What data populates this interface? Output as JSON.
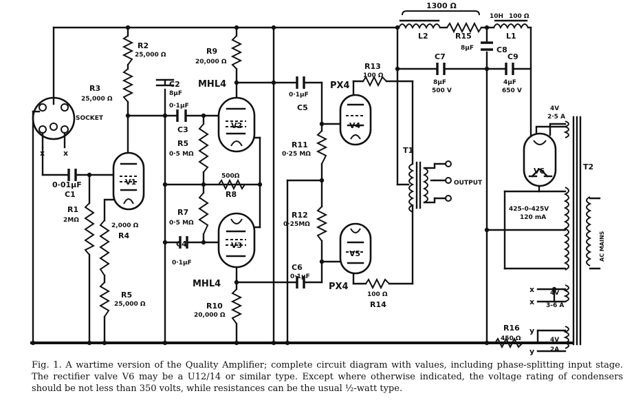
{
  "labels": {
    "socket": "SOCKET",
    "x": "x",
    "y": "y",
    "output": "OUTPUT",
    "ac_mains": "AC MAINS",
    "v1": "V1",
    "v2": "V2",
    "v3": "V3",
    "v4": "V4",
    "v5": "V5",
    "v6": "V6",
    "mhl4_top": "MHL4",
    "mhl4_bottom": "MHL4",
    "px4_top": "PX4",
    "px4_bottom": "PX4",
    "t1": "T1",
    "t2": "T2",
    "l1": "L1",
    "l2": "L2",
    "l1_value": "10H",
    "l2_value": "1300 Ω",
    "r1": "R1",
    "r1_value": "2MΩ",
    "r2": "R2",
    "r2_value": "25,000 Ω",
    "r3": "R3",
    "r3_value": "25,000 Ω",
    "r4": "R4",
    "r4_value": "2,000 Ω",
    "r5a": "R5",
    "r5a_value": "0·5 MΩ",
    "r5b": "R5",
    "r5b_value": "25,000 Ω",
    "r7": "R7",
    "r7_value": "0·5 MΩ",
    "r8": "R8",
    "r8_value": "500Ω",
    "r9": "R9",
    "r9_value": "20,000 Ω",
    "r10": "R10",
    "r10_value": "20,000 Ω",
    "r11": "R11",
    "r11_value": "0·25 MΩ",
    "r12": "R12",
    "r12_value": "0·25MΩ",
    "r13": "R13",
    "r13_value": "100 Ω",
    "r14": "R14",
    "r14_value": "100 Ω",
    "r15": "R15",
    "r15_value": "100 Ω",
    "r16": "R16",
    "r16_value": "450 Ω",
    "c1": "C1",
    "c1_value": "0·01μF",
    "c2": "C2",
    "c2_value": "8μF",
    "c3": "C3",
    "c3_value": "0·1μF",
    "c4": "C4",
    "c4_value": "0·1μF",
    "c5": "C5",
    "c5_value": "0·1μF",
    "c6": "C6",
    "c6_value": "0·1μF",
    "c7": "C7",
    "c7_value": "8μF",
    "c7_voltage": "500 V",
    "c8": "C8",
    "c8_value": "8μF",
    "c9": "C9",
    "c9_value": "4μF",
    "c9_voltage": "650 V",
    "t2_fil_top": "4V",
    "t2_fil_top_current": "2·5 A",
    "t2_hv": "425-0-425V",
    "t2_hv_current": "120 mA",
    "t2_fil_mid": "4V",
    "t2_fil_mid_current": "3-6 A",
    "t2_fil_bot": "4V",
    "t2_fil_bot_current": "2A"
  },
  "caption": "Fig. 1. A wartime version of the Quality Amplifier; complete circuit diagram with values, including phase-splitting input stage. The rectifier valve V6 may be a U12/14 or similar type. Except where otherwise indicated, the voltage rating of condensers should be not less than 350 volts, while resistances can be the usual ½-watt type."
}
